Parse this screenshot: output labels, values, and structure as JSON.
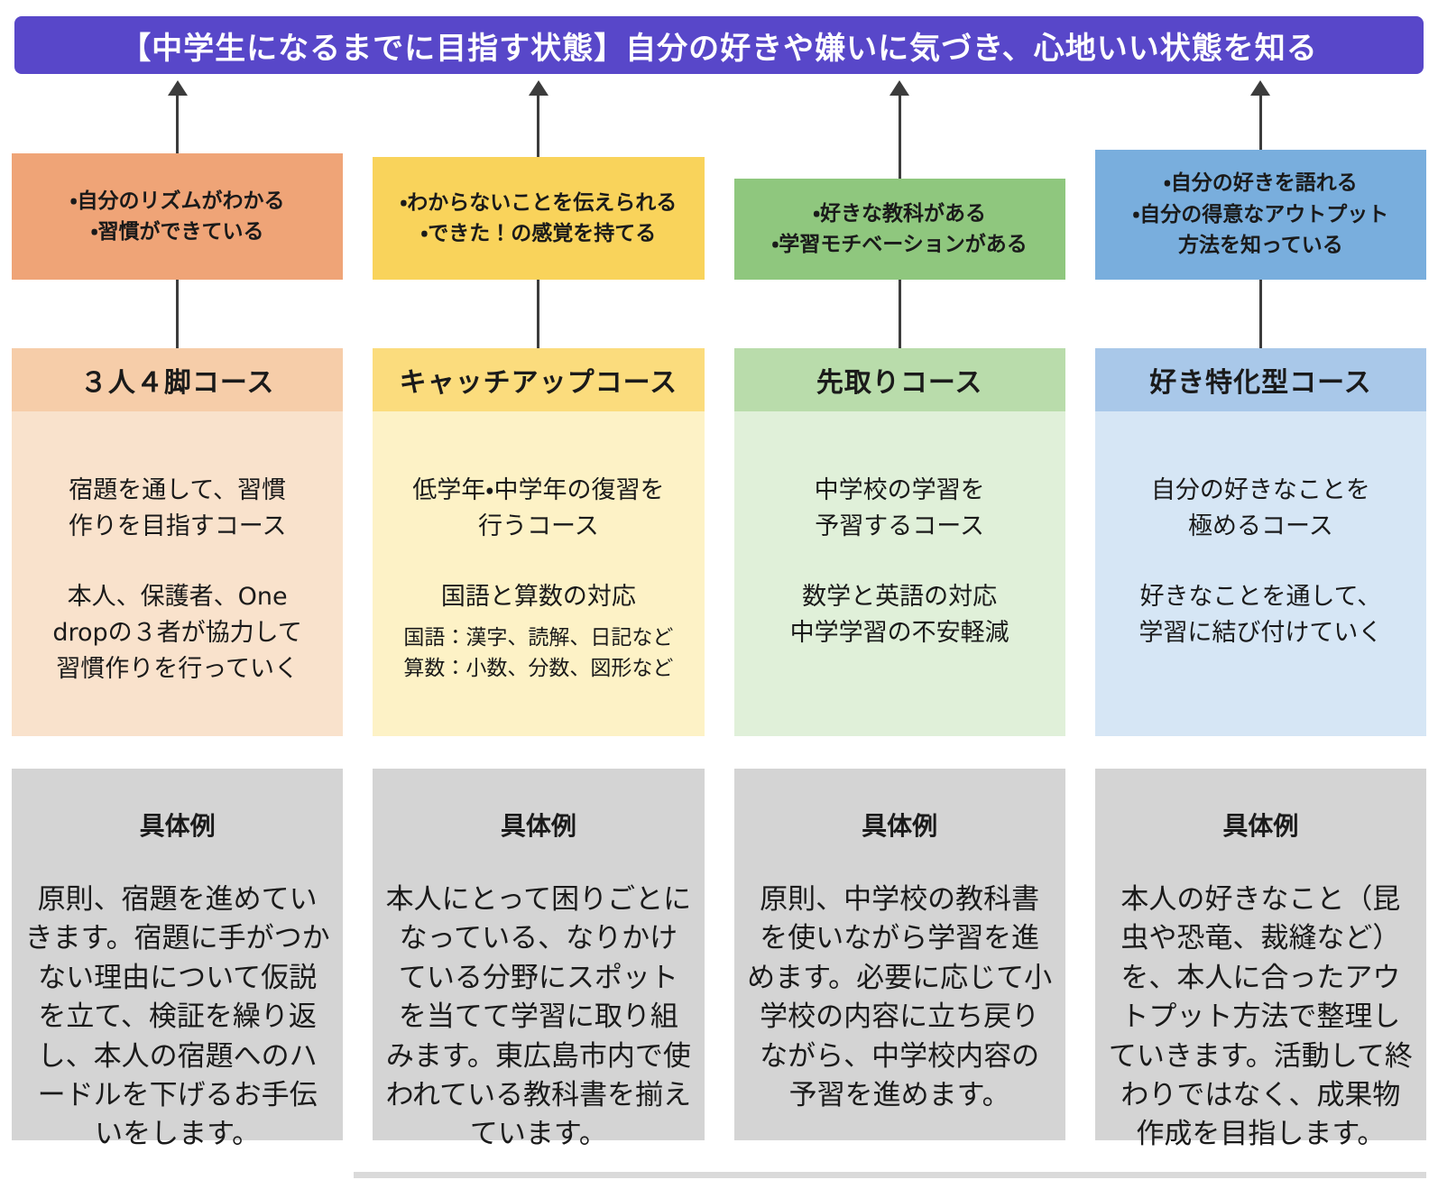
{
  "banner": {
    "text": "【中学生になるまでに目指す状態】自分の好きや嫌いに気づき、心地いい状態を知る"
  },
  "colors": {
    "banner_bg": "#5847c9",
    "banner_fg": "#ffffff",
    "arrow": "#3c3c3c",
    "example_bg": "#d4d4d4",
    "bottom_bar": "#dadada"
  },
  "columns": [
    {
      "name": "３人４脚コース",
      "colors": {
        "goal": "#efa477",
        "header": "#f6cda9",
        "body": "#f9e2cc"
      },
      "goal_text": "・自分のリズムがわかる\n・習慣ができている",
      "course_title": "３人４脚コース",
      "paragraphs": {
        "p1": "宿題を通して、習慣\n作りを目指すコース",
        "p2": "本人、保護者、One\ndropの３者が協力して\n習慣作りを行っていく"
      },
      "example_title": "具体例",
      "example_text": "原則、宿題を進めていきます。宿題に手がつかない理由について仮説を立て、検証を繰り返し、本人の宿題へのハードルを下げるお手伝いをします。"
    },
    {
      "name": "キャッチアップコース",
      "colors": {
        "goal": "#f9d35b",
        "header": "#fbdc7d",
        "body": "#fdf2c6"
      },
      "goal_text": "・わからないことを伝えられる\n・できた！の感覚を持てる",
      "course_title": "キャッチアップコース",
      "paragraphs": {
        "p1": "低学年・中学年の復習を\n行うコース",
        "p2": "国語と算数の対応",
        "p3": "国語：漢字、読解、日記など\n算数：小数、分数、図形など"
      },
      "example_title": "具体例",
      "example_text": "本人にとって困りごとになっている、なりかけている分野にスポットを当てて学習に取り組みます。東広島市内で使われている教科書を揃えています。"
    },
    {
      "name": "先取りコース",
      "colors": {
        "goal": "#8fc77e",
        "header": "#b9dcab",
        "body": "#e0f0d9"
      },
      "goal_text": "・好きな教科がある\n・学習モチベーションがある",
      "course_title": "先取りコース",
      "paragraphs": {
        "p1": "中学校の学習を\n予習するコース",
        "p2": "数学と英語の対応\n中学学習の不安軽減"
      },
      "example_title": "具体例",
      "example_text": "原則、中学校の教科書を使いながら学習を進めます。必要に応じて小学校の内容に立ち戻りながら、中学校内容の予習を進めます。"
    },
    {
      "name": "好き特化型コース",
      "colors": {
        "goal": "#79aedd",
        "header": "#a9c8e9",
        "body": "#d6e6f5"
      },
      "goal_text": "・自分の好きを語れる\n・自分の得意なアウトプット\n方法を知っている",
      "course_title": "好き特化型コース",
      "paragraphs": {
        "p1": "自分の好きなことを\n極めるコース",
        "p2": "好きなことを通して、\n学習に結び付けていく"
      },
      "example_title": "具体例",
      "example_text": "本人の好きなこと（昆虫や恐竜、裁縫など）を、本人に合ったアウトプット方法で整理していきます。活動して終わりではなく、成果物作成を目指します。"
    }
  ]
}
